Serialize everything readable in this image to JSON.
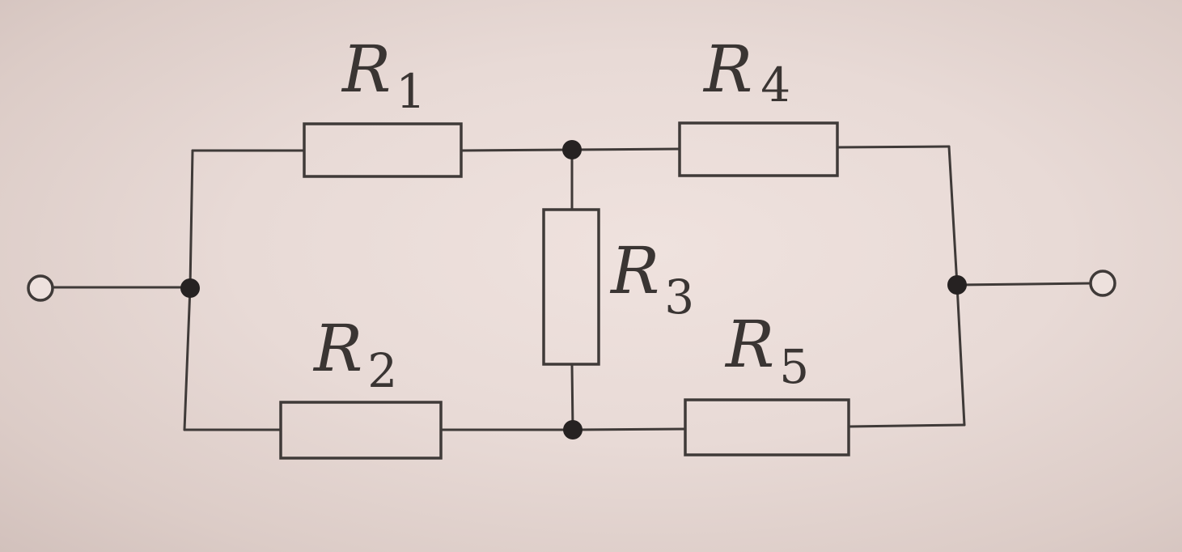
{
  "resistors": [
    {
      "id": "R1",
      "letter": "R",
      "subscript": "1"
    },
    {
      "id": "R2",
      "letter": "R",
      "subscript": "2"
    },
    {
      "id": "R3",
      "letter": "R",
      "subscript": "3"
    },
    {
      "id": "R4",
      "letter": "R",
      "subscript": "4"
    },
    {
      "id": "R5",
      "letter": "R",
      "subscript": "5"
    }
  ],
  "colors": {
    "background": "#e8dad6",
    "line": "#3f3a38",
    "node": "#262222"
  }
}
